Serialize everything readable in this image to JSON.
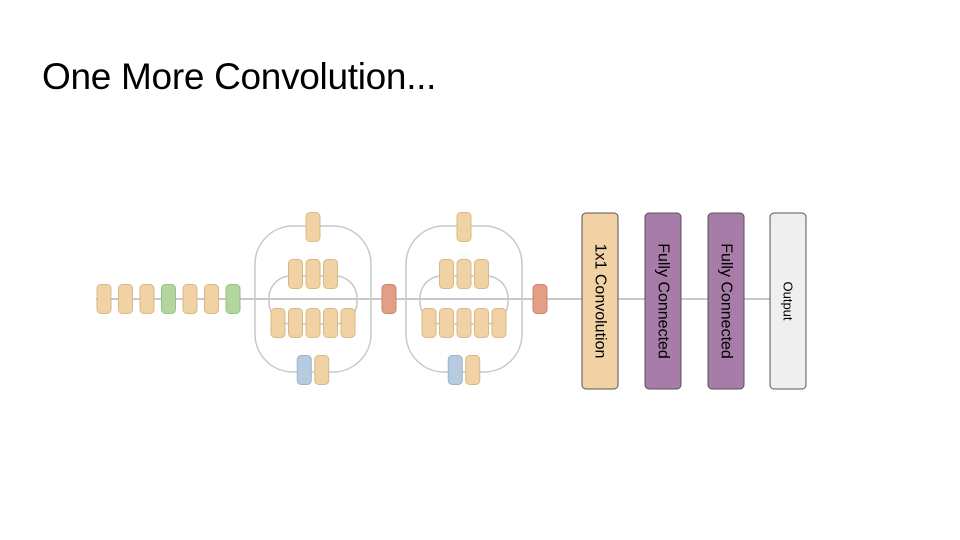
{
  "slide": {
    "title": "One More Convolution..."
  },
  "diagram": {
    "colors": {
      "conv": "#f0d2a4",
      "conv_stroke": "#d9b888",
      "conv_faded": "#f2d8b4",
      "pool": "#b3d69f",
      "pool_stroke": "#98c083",
      "reduce": "#e39e86",
      "reduce_stroke": "#c9846d",
      "blue": "#b7cbe0",
      "blue_stroke": "#9cb3cc",
      "fc": "#a87ca8",
      "fc_stroke": "#555555",
      "output": "#efefef",
      "link": "#b5b5b5",
      "path_outline": "#c8c8c8",
      "text": "#000000"
    },
    "stem_layers": [
      "conv",
      "conv",
      "conv",
      "pool",
      "conv",
      "conv",
      "pool"
    ],
    "inception_blocks": [
      {
        "branches": [
          1,
          3,
          5,
          2
        ]
      },
      {
        "branches": [
          1,
          3,
          5,
          2
        ]
      }
    ],
    "boxes": [
      {
        "label": "1x1 Convolution",
        "kind": "conv"
      },
      {
        "label": "Fully Connected",
        "kind": "fc"
      },
      {
        "label": "Fully Connected",
        "kind": "fc"
      },
      {
        "label": "Output",
        "kind": "output"
      }
    ]
  }
}
